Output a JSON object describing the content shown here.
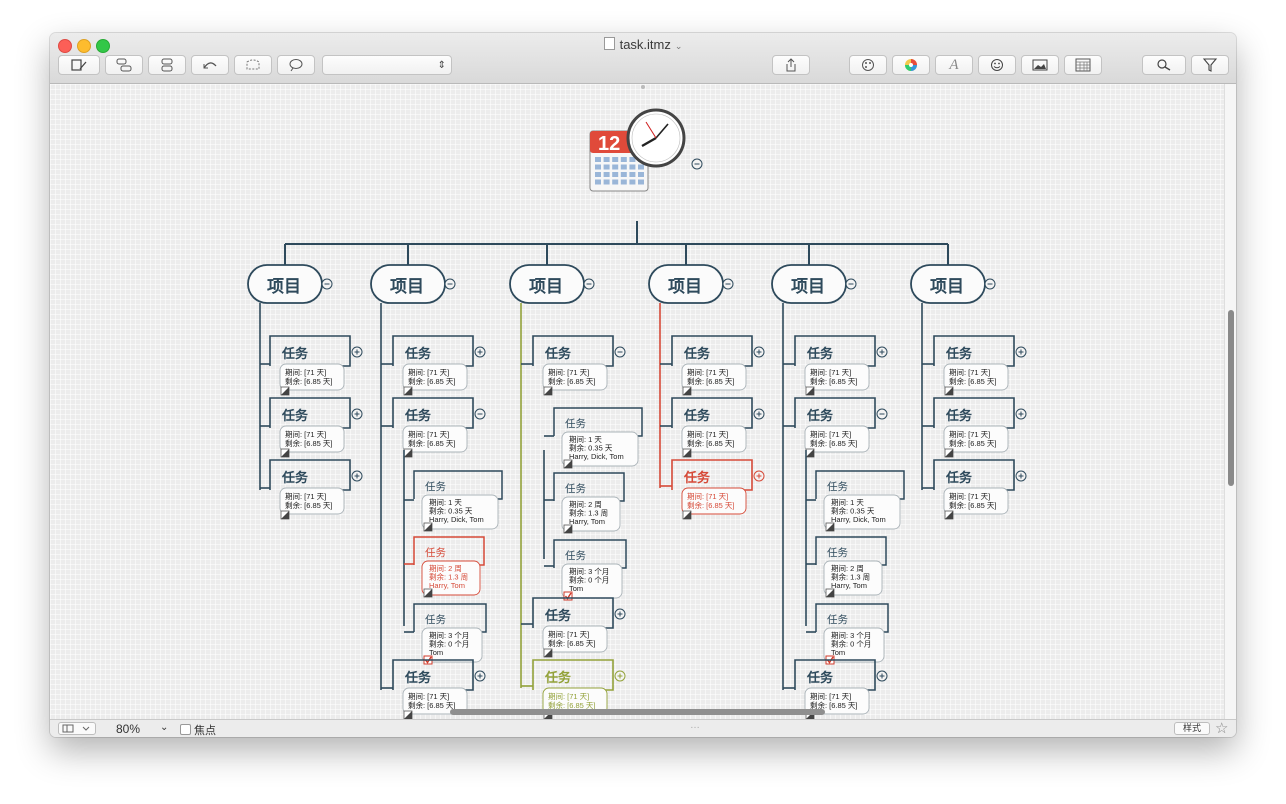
{
  "window": {
    "title": "task.itmz",
    "buttons": [
      "close",
      "minimize",
      "zoom"
    ]
  },
  "toolbar": {
    "left_buttons": [
      "new-topic-icon",
      "sibling-topic-icon",
      "child-topic-icon",
      "relationship-icon",
      "boundary-icon",
      "callout-icon"
    ],
    "style_select_value": "",
    "share_icon": "share-icon",
    "right_buttons": [
      "theme-icon",
      "color-wheel-icon",
      "font-icon",
      "emoji-icon",
      "image-icon",
      "calendar-icon"
    ],
    "search_icon": "search-icon",
    "filter_icon": "filter-icon"
  },
  "colors": {
    "primary": "#2e4a5c",
    "overdue": "#d64a38",
    "done_branch": "#93a23a",
    "today_red": "#e04a3a"
  },
  "statusbar": {
    "zoom": "80%",
    "focus_label": "焦点",
    "style_button": "样式"
  },
  "mindmap": {
    "root_icon": "calendar-clock-icon",
    "project_label": "项目",
    "task_label": "任务",
    "row_duration": "期间: [71 天]",
    "row_remaining": "剩余: [6.85 天]",
    "sub1": [
      "期间: 1 天",
      "剩余: 0.35 天",
      "Harry, Dick, Tom"
    ],
    "sub2": [
      "期间: 2 周",
      "剩余: 1.3 周",
      "Harry, Tom"
    ],
    "sub3": [
      "期间: 3 个月",
      "剩余: 0 个月",
      "Tom"
    ]
  }
}
